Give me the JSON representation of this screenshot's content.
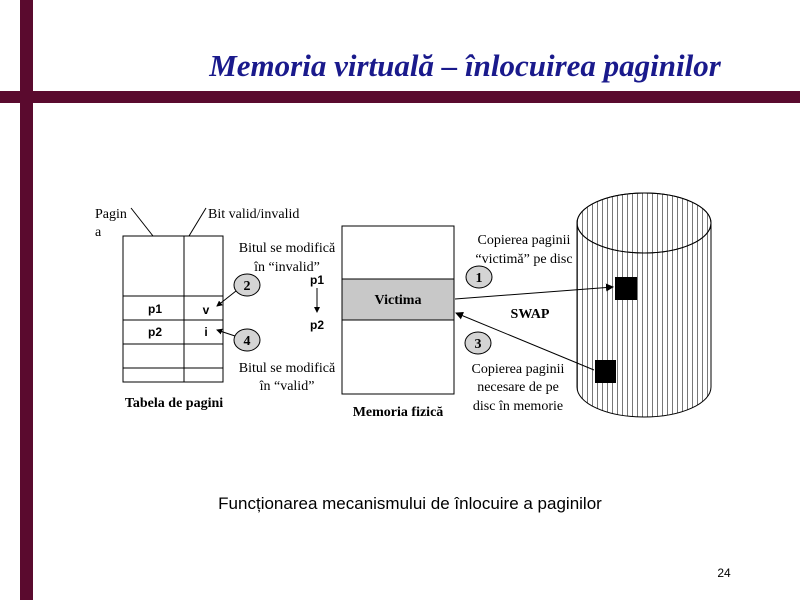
{
  "slide": {
    "title": "Memoria virtuală – înlocuirea paginilor",
    "caption": "Funcționarea mecanismului de înlocuire a paginilor",
    "page_number": "24",
    "accent_color": "#5a0a2e",
    "title_color": "#1a1a8c"
  },
  "diagram": {
    "page_label_line1": "Pagin",
    "page_label_line2": "a",
    "valid_bit_label": "Bit valid/invalid",
    "page_table_label": "Tabela de pagini",
    "rows": [
      {
        "page": "p1",
        "bit": "v"
      },
      {
        "page": "p2",
        "bit": "i"
      }
    ],
    "bit_invalid_line1": "Bitul se modifică",
    "bit_invalid_line2": "în “invalid”",
    "bit_valid_line1": "Bitul se modifică",
    "bit_valid_line2": "în “valid”",
    "p1_label": "p1",
    "p2_label": "p2",
    "victim_label": "Victima",
    "physical_memory_label": "Memoria fizică",
    "swap_label": "SWAP",
    "copy_victim_line1": "Copierea paginii",
    "copy_victim_line2": "“victimă” pe disc",
    "copy_needed_line1": "Copierea paginii",
    "copy_needed_line2": "necesare de pe",
    "copy_needed_line3": "disc în memorie",
    "step1": "1",
    "step2": "2",
    "step3": "3",
    "step4": "4",
    "victim_fill": "#c8c8c8",
    "step_circle_fill": "#d4d4d4"
  }
}
